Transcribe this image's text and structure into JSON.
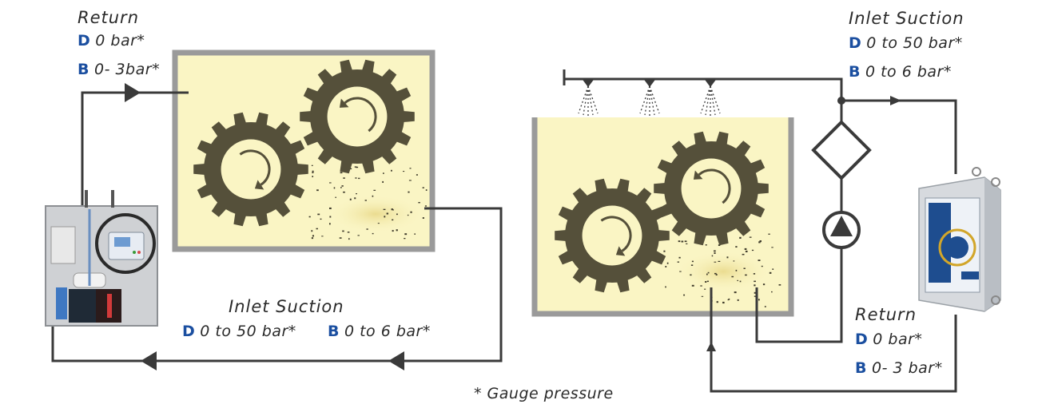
{
  "left_return": {
    "title": "Return",
    "d_key": "D",
    "d_val": "0 bar*",
    "b_key": "B",
    "b_val": "0- 3bar*"
  },
  "bottom_inlet": {
    "title": "Inlet Suction",
    "d_key": "D",
    "d_val": "0 to 50 bar*",
    "b_key": "B",
    "b_val": "0 to 6 bar*"
  },
  "right_inlet": {
    "title": "Inlet Suction",
    "d_key": "D",
    "d_val": "0 to 50 bar*",
    "b_key": "B",
    "b_val": "0 to 6 bar*"
  },
  "right_return": {
    "title": "Return",
    "d_key": "D",
    "d_val": "0 bar*",
    "b_key": "B",
    "b_val": "0- 3 bar*"
  },
  "footnote": "* Gauge pressure",
  "colors": {
    "pipe": "#3a3a3a",
    "tank_fill": "#faf5c4",
    "tank_frame": "#9a9a9a",
    "gear": "#55503a",
    "label_key": "#1b4fa0"
  },
  "icons": [
    "gear-icon",
    "rotation-arrow-icon",
    "spray-nozzle-icon",
    "filter-icon",
    "pump-icon",
    "control-unit-icon"
  ]
}
